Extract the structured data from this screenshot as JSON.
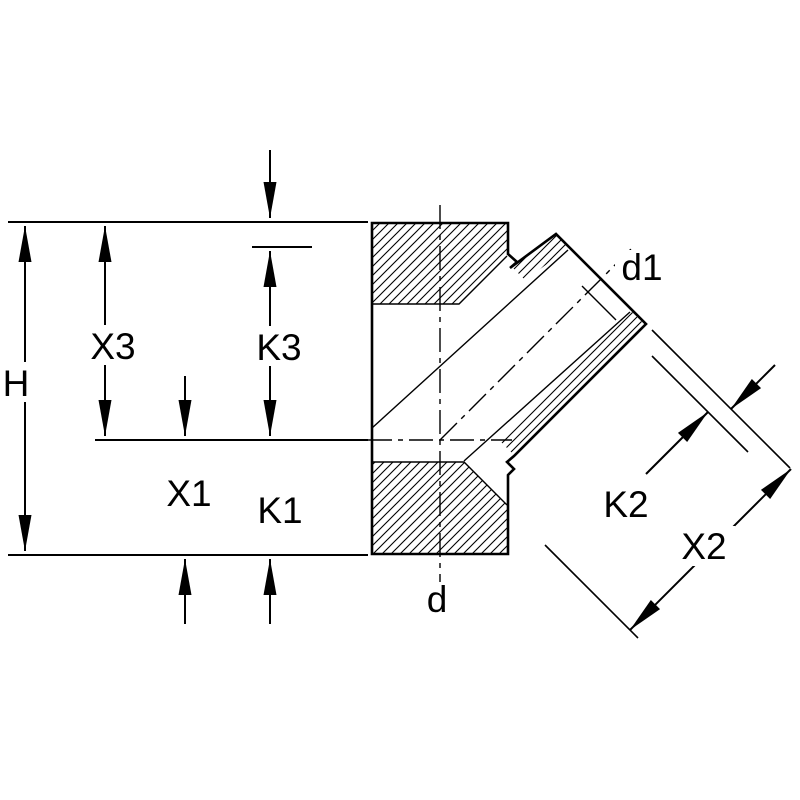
{
  "diagram": {
    "labels": {
      "h": "H",
      "x3": "X3",
      "k3": "K3",
      "x1": "X1",
      "k1": "K1",
      "d": "d",
      "d1": "d1",
      "k2": "K2",
      "x2": "X2"
    },
    "colors": {
      "line": "#000000",
      "background": "#ffffff"
    }
  }
}
